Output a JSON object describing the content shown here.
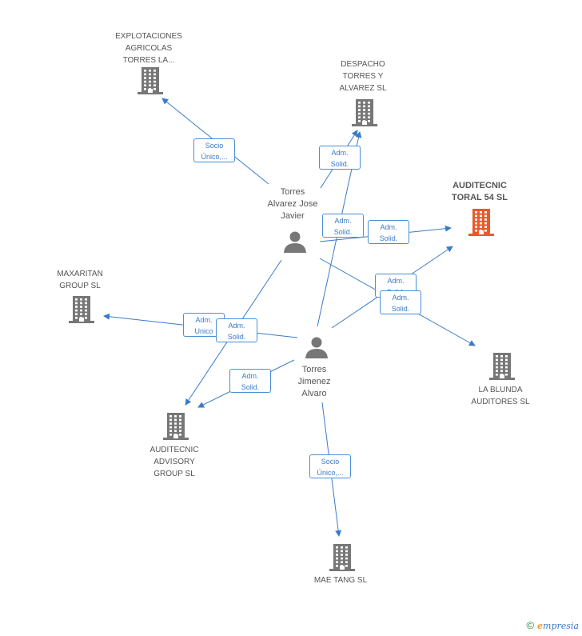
{
  "colors": {
    "edge": "#3a7bc8",
    "building": "#777777",
    "building_highlight": "#e85a2c",
    "person": "#777777"
  },
  "nodes": [
    {
      "id": "explotaciones",
      "type": "company",
      "label": "EXPLOTACIONES\nAGRICOLAS\nTORRES LA..."
    },
    {
      "id": "despacho",
      "type": "company",
      "label": "DESPACHO\nTORRES Y\nALVAREZ SL"
    },
    {
      "id": "auditecnic_toral",
      "type": "company",
      "highlight": true,
      "label": "AUDITECNIC\nTORAL 54 SL"
    },
    {
      "id": "maxaritan",
      "type": "company",
      "label": "MAXARITAN\nGROUP  SL"
    },
    {
      "id": "la_blunda",
      "type": "company",
      "label": "LA BLUNDA\nAUDITORES SL"
    },
    {
      "id": "auditecnic_advisory",
      "type": "company",
      "label": "AUDITECNIC\nADVISORY\nGROUP  SL"
    },
    {
      "id": "mae_tang",
      "type": "company",
      "label": "MAE TANG SL"
    },
    {
      "id": "torres_alvarez",
      "type": "person",
      "label": "Torres\nAlvarez Jose\nJavier"
    },
    {
      "id": "torres_jimenez",
      "type": "person",
      "label": "Torres\nJimenez\nAlvaro"
    }
  ],
  "edges": [
    {
      "from": "torres_alvarez",
      "to": "explotaciones",
      "label": "Socio\nÚnico,..."
    },
    {
      "from": "torres_alvarez",
      "to": "despacho",
      "label": "Adm.\nSolid."
    },
    {
      "from": "torres_jimenez",
      "to": "despacho",
      "label": "Adm.\nSolid."
    },
    {
      "from": "torres_alvarez",
      "to": "auditecnic_toral",
      "label": "Adm.\nSolid."
    },
    {
      "from": "torres_jimenez",
      "to": "auditecnic_toral",
      "label": "Adm.\nSolid."
    },
    {
      "from": "torres_alvarez",
      "to": "la_blunda",
      "label": "Adm.\nSolid."
    },
    {
      "from": "torres_jimenez",
      "to": "maxaritan",
      "label": "Adm.\nUnico"
    },
    {
      "from": "torres_alvarez",
      "to": "auditecnic_advisory",
      "label": "Adm.\nSolid."
    },
    {
      "from": "torres_jimenez",
      "to": "auditecnic_advisory",
      "label": "Adm.\nSolid."
    },
    {
      "from": "torres_jimenez",
      "to": "mae_tang",
      "label": "Socio\nÚnico,..."
    }
  ],
  "footer": {
    "copyright": "©",
    "brand_initial": "e",
    "brand_rest": "mpresia"
  }
}
